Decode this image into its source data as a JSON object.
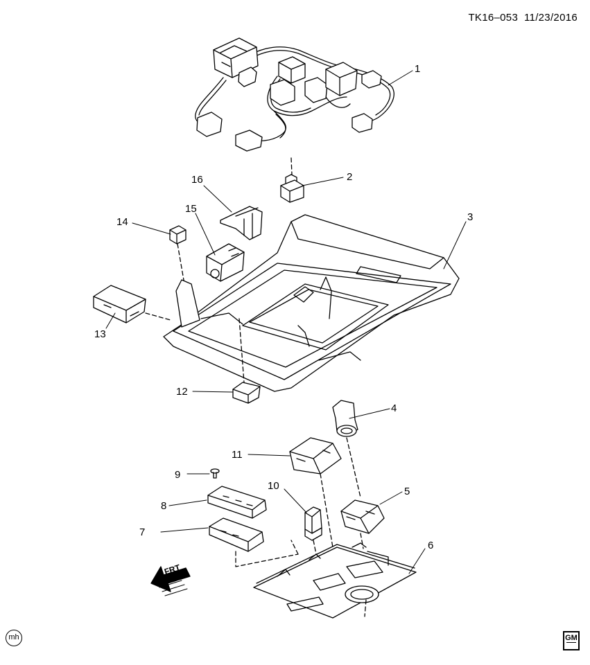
{
  "document": {
    "id": "TK16–053",
    "date": "11/23/2016"
  },
  "callouts": [
    "1",
    "2",
    "3",
    "4",
    "5",
    "6",
    "7",
    "8",
    "9",
    "10",
    "11",
    "12",
    "13",
    "14",
    "15",
    "16"
  ],
  "direction_label": "FRT",
  "badge_text": "mh",
  "logo_text": "GM"
}
